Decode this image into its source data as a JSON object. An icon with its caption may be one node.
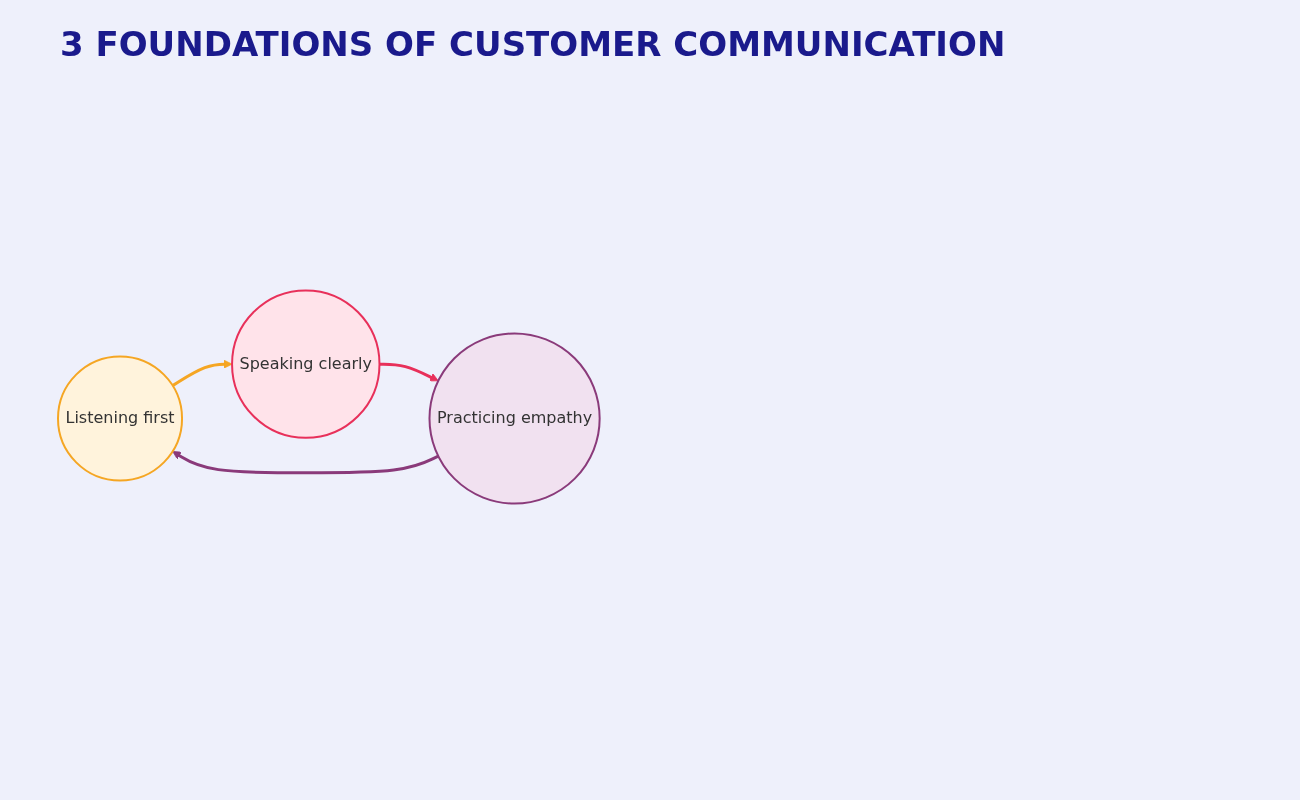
{
  "diagram": {
    "title": "3 FOUNDATIONS OF CUSTOMER COMMUNICATION",
    "nodes": [
      {
        "text": [
          "Listening first"
        ]
      },
      {
        "text": [
          "Speaking clearly"
        ]
      },
      {
        "text": [
          "Practicing empathy"
        ]
      }
    ],
    "edges": [
      {
        "from": 0,
        "to": 1,
        "arrow": "to",
        "color": "#f5a623"
      },
      {
        "from": 1,
        "to": 2,
        "arrow": "to",
        "color": "#e8305a"
      },
      {
        "from": 2,
        "to": 0,
        "arrow": "to",
        "color": "#8a3a7a"
      }
    ]
  }
}
